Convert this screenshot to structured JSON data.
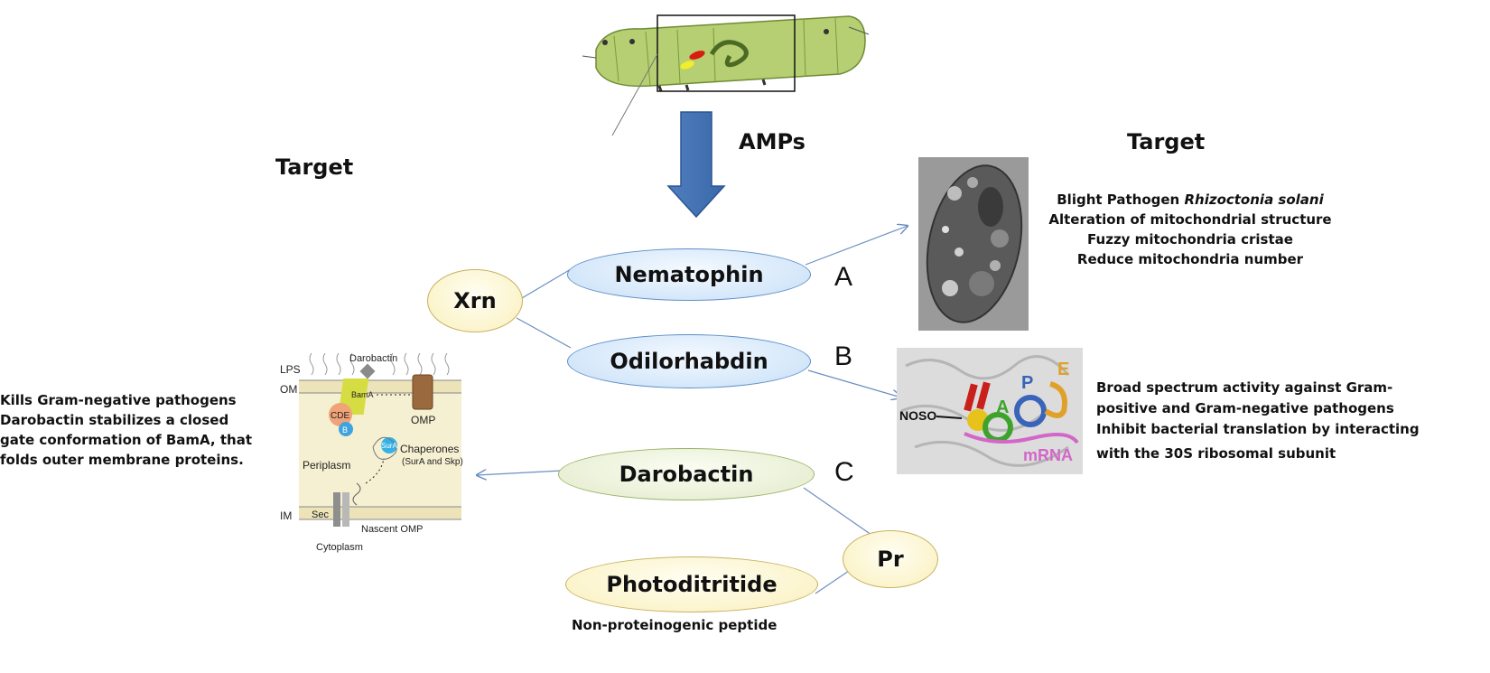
{
  "arrow_label": "AMPs",
  "target_left": "Target",
  "target_right": "Target",
  "nodes": {
    "nematophin": "Nematophin",
    "odilorhabdin": "Odilorhabdin",
    "darobactin": "Darobactin",
    "photoditritide": "Photoditritide",
    "xrn": "Xrn",
    "pr": "Pr"
  },
  "letters": {
    "a": "A",
    "b": "B",
    "c": "C"
  },
  "right_a": {
    "line1_prefix": "Blight Pathogen ",
    "line1_italic": "Rhizoctonia solani",
    "line2": "Alteration of mitochondrial structure",
    "line3": "Fuzzy mitochondria cristae",
    "line4": "Reduce mitochondria number"
  },
  "right_b": {
    "line1": "Broad spectrum activity against Gram-",
    "line2": "positive and Gram-negative pathogens",
    "line3": "Inhibit bacterial translation by interacting",
    "line4": "with the 30S ribosomal subunit"
  },
  "left_c": {
    "line1": "Kills Gram-negative pathogens",
    "line2": "Darobactin stabilizes a closed",
    "line3": "gate conformation of BamA, that",
    "line4": "folds outer membrane proteins."
  },
  "non_proteinogenic": "Non-proteinogenic peptide",
  "membrane_diagram": {
    "lps": "LPS",
    "om": "OM",
    "im": "IM",
    "darobactin": "Darobactin",
    "bama": "BamA",
    "omp": "OMP",
    "cde": "CDE",
    "b": "B",
    "sura": "SurA",
    "chaperones": "Chaperones",
    "chaperones_sub": "(SurA and Skp)",
    "periplasm": "Periplasm",
    "sec": "Sec",
    "nascent_omp": "Nascent OMP",
    "cytoplasm": "Cytoplasm"
  },
  "ribosome_labels": {
    "noso": "NOSO",
    "a": "A",
    "p": "P",
    "e": "E",
    "mrna": "mRNA"
  }
}
